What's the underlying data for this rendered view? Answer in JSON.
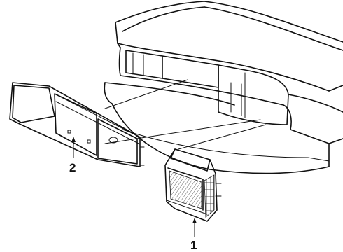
{
  "callouts": [
    {
      "id": "1",
      "label": "1",
      "part": "rear-combination-lamp"
    },
    {
      "id": "2",
      "label": "2",
      "part": "center-garnish-lamp-panel"
    }
  ]
}
